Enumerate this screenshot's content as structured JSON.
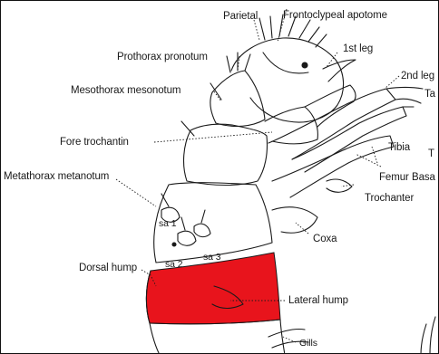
{
  "diagram": {
    "labels": {
      "parietal": "Parietal",
      "frontoclypeal_apotome": "Frontoclypeal apotome",
      "first_leg": "1st leg",
      "second_leg": "2nd leg",
      "tarsus_partial": "Ta",
      "prothorax_pronotum": "Prothorax pronotum",
      "mesothorax_mesonotum": "Mesothorax mesonotum",
      "fore_trochantin": "Fore trochantin",
      "tibia": "Tibia",
      "t_partial": "T",
      "femur": "Femur",
      "basal_partial": "Basa",
      "trochanter": "Trochanter",
      "metathorax_metanotum": "Metathorax metanotum",
      "sa1": "sa 1",
      "sa2": "sa 2",
      "sa3": "sa 3",
      "coxa": "Coxa",
      "dorsal_hump": "Dorsal hump",
      "lateral_hump": "Lateral hump",
      "gills": "Gills"
    },
    "colors": {
      "highlight": "#e8141c",
      "ink": "#1a1a1a",
      "background": "#ffffff"
    }
  }
}
